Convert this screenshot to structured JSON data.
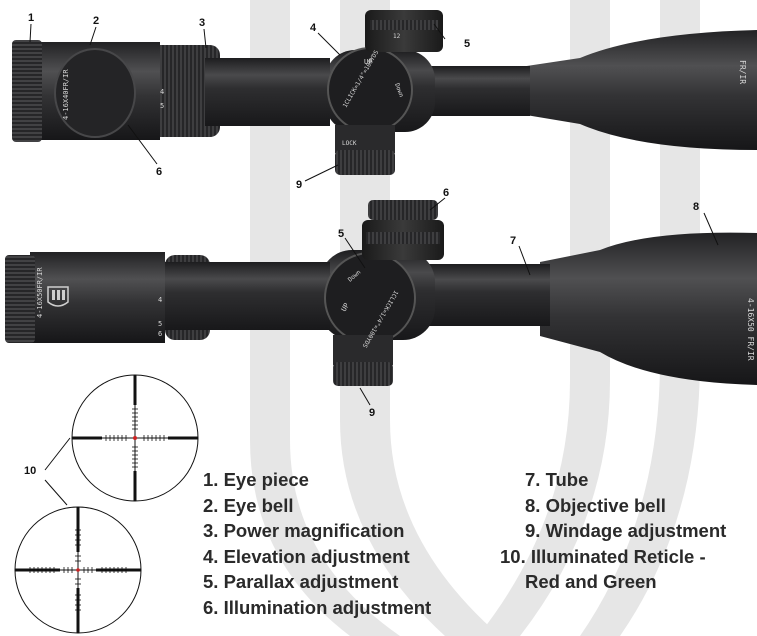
{
  "callouts": {
    "top": [
      "1",
      "2",
      "3",
      "4",
      "5",
      "6",
      "9"
    ],
    "bottom": [
      "6",
      "5",
      "7",
      "8",
      "9"
    ],
    "reticle": "10"
  },
  "engravings": {
    "top_model": "4-16X40FR/IR",
    "top_objective": "FR/IR",
    "top_turret": "1CLICK=1/4\"=100YDS",
    "top_turret_up": "UP",
    "top_turret_down": "Down",
    "top_lock": "LOCK",
    "bottom_model": "4-16X50FR/IR",
    "bottom_objective": "4-16X50  FR/IR",
    "bottom_turret": "1CLICK=1/4\"=100YDS",
    "bottom_turret_up": "UP",
    "bottom_turret_down": "Down",
    "mag_4": "4",
    "mag_5": "5",
    "mag_6": "6",
    "ill_12": "12"
  },
  "legend_left": [
    "1. Eye piece",
    "2. Eye bell",
    "3. Power magnification",
    "4. Elevation adjustment",
    "5. Parallax adjustment",
    "6. Illumination adjustment"
  ],
  "legend_right": [
    "7. Tube",
    "8. Objective bell",
    "9. Windage adjustment",
    "10. Illuminated Reticle -",
    "Red and Green"
  ],
  "colors": {
    "scope_body": "#2c2c2e",
    "scope_highlight": "#5a5a5c",
    "stripe": "#e4e4e4",
    "reticle_dot": "#cc2222"
  }
}
